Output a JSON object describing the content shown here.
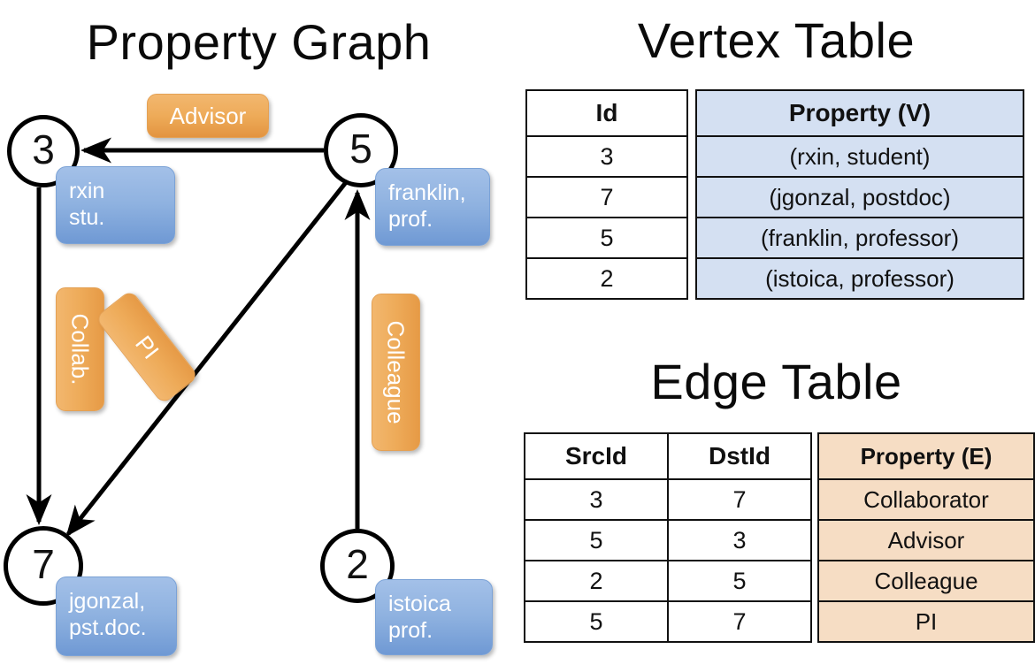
{
  "titles": {
    "property_graph": "Property Graph",
    "vertex_table": "Vertex Table",
    "edge_table": "Edge Table"
  },
  "graph": {
    "nodes": [
      {
        "id": "3",
        "label": "3",
        "property_line1": "rxin",
        "property_line2": "stu."
      },
      {
        "id": "5",
        "label": "5",
        "property_line1": "franklin,",
        "property_line2": "prof."
      },
      {
        "id": "7",
        "label": "7",
        "property_line1": "jgonzal,",
        "property_line2": "pst.doc."
      },
      {
        "id": "2",
        "label": "2",
        "property_line1": "istoica",
        "property_line2": "prof."
      }
    ],
    "edge_labels": {
      "advisor": "Advisor",
      "collab": "Collab.",
      "pi": "PI",
      "colleague": "Colleague"
    }
  },
  "vertex_table": {
    "headers": {
      "id": "Id",
      "property": "Property (V)"
    },
    "rows": [
      {
        "id": "3",
        "property": "(rxin, student)"
      },
      {
        "id": "7",
        "property": "(jgonzal, postdoc)"
      },
      {
        "id": "5",
        "property": "(franklin, professor)"
      },
      {
        "id": "2",
        "property": "(istoica, professor)"
      }
    ]
  },
  "edge_table": {
    "headers": {
      "src": "SrcId",
      "dst": "DstId",
      "property": "Property (E)"
    },
    "rows": [
      {
        "src": "3",
        "dst": "7",
        "property": "Collaborator"
      },
      {
        "src": "5",
        "dst": "3",
        "property": "Advisor"
      },
      {
        "src": "2",
        "dst": "5",
        "property": "Colleague"
      },
      {
        "src": "5",
        "dst": "7",
        "property": "PI"
      }
    ]
  },
  "colors": {
    "vertex_fill": "#d4e0f2",
    "edge_fill": "#f6ddc4",
    "node_property_box": "#8fb2e0",
    "edge_property_box": "#eeab59",
    "stroke": "#000000"
  }
}
